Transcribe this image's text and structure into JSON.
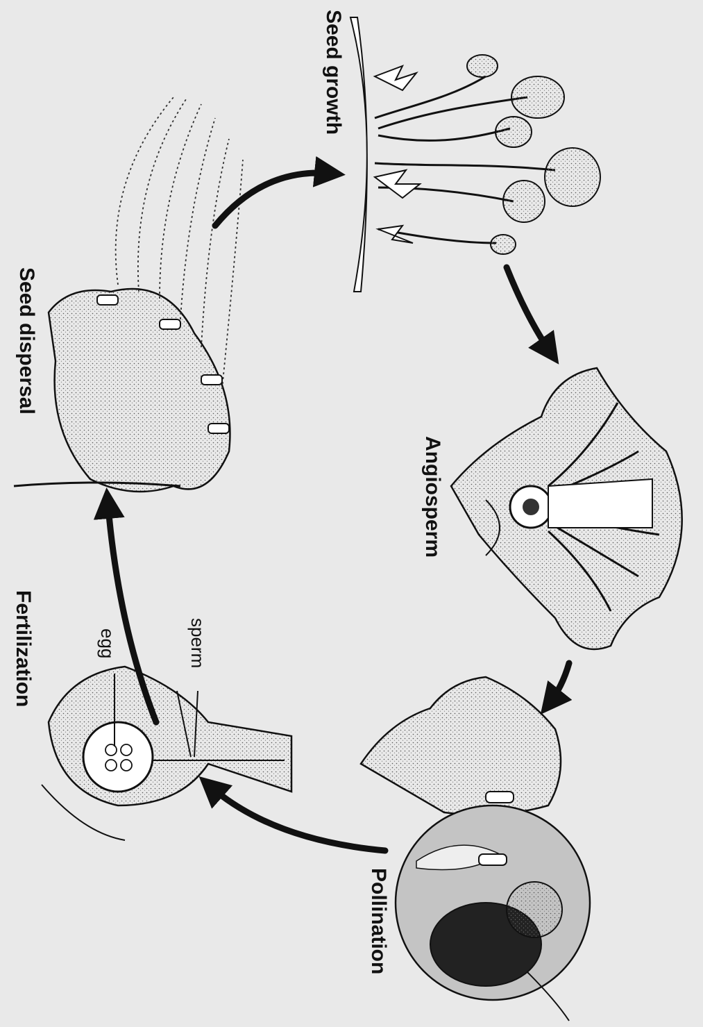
{
  "diagram": {
    "type": "cycle",
    "stages": [
      {
        "id": "seed-growth",
        "label": "Seed growth"
      },
      {
        "id": "angiosperm",
        "label": "Angiosperm"
      },
      {
        "id": "pollination",
        "label": "Pollination"
      },
      {
        "id": "fertilization",
        "label": "Fertilization"
      },
      {
        "id": "seed-dispersal",
        "label": "Seed dispersal"
      }
    ],
    "parts": {
      "sperm": "sperm",
      "egg": "egg"
    },
    "colors": {
      "background": "#e9e9e9",
      "ink": "#111111",
      "shade": "#b9b9b9"
    }
  }
}
